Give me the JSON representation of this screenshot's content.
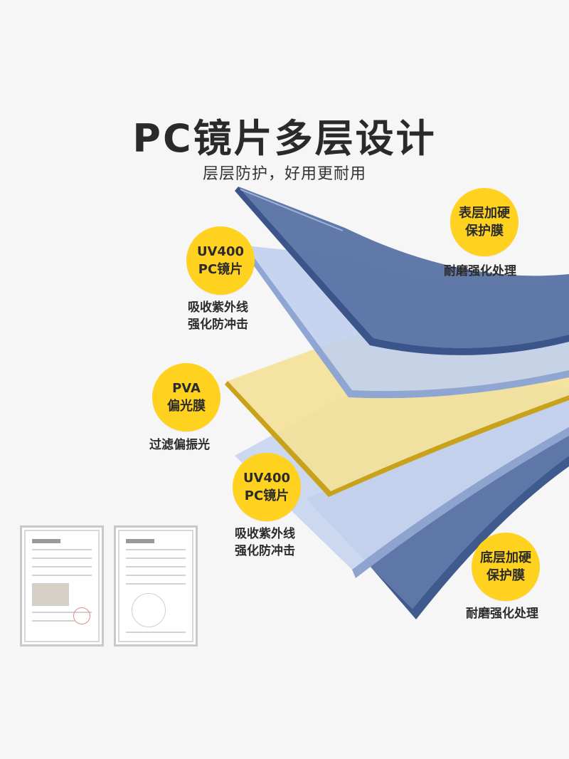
{
  "header": {
    "title": "PC镜片多层设计",
    "subtitle": "层层防护，好用更耐用"
  },
  "layers": [
    {
      "badge_line1": "表层加硬",
      "badge_line2": "保护膜",
      "desc_line1": "耐磨强化处理",
      "desc_line2": ""
    },
    {
      "badge_line1": "UV400",
      "badge_line2": "PC镜片",
      "desc_line1": "吸收紫外线",
      "desc_line2": "强化防冲击"
    },
    {
      "badge_line1": "PVA",
      "badge_line2": "偏光膜",
      "desc_line1": "过滤偏振光",
      "desc_line2": ""
    },
    {
      "badge_line1": "UV400",
      "badge_line2": "PC镜片",
      "desc_line1": "吸收紫外线",
      "desc_line2": "强化防冲击"
    },
    {
      "badge_line1": "底层加硬",
      "badge_line2": "保护膜",
      "desc_line1": "耐磨强化处理",
      "desc_line2": ""
    }
  ],
  "colors": {
    "badge": "#ffd21f",
    "hard_coat": "#5e77a8",
    "pc_lens": "#c6d4ee",
    "pva_film": "#f3e19a",
    "pva_edge": "#c9a21c"
  },
  "icons": [
    "certificate-document-icon",
    "certificate-document-icon"
  ]
}
